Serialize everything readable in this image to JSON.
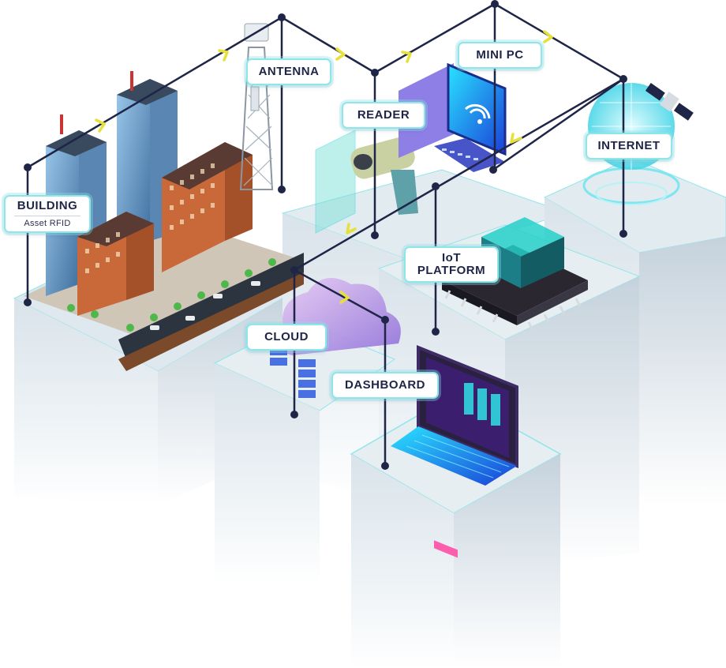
{
  "nodes": {
    "building": {
      "title": "BUILDING",
      "subtitle": "Asset RFID"
    },
    "antenna": {
      "title": "ANTENNA"
    },
    "reader": {
      "title": "READER"
    },
    "mini_pc": {
      "title": "MINI PC"
    },
    "internet": {
      "title": "INTERNET"
    },
    "iot_platform": {
      "title_line1": "IoT",
      "title_line2": "PLATFORM"
    },
    "cloud": {
      "title": "CLOUD"
    },
    "dashboard": {
      "title": "DASHBOARD"
    }
  },
  "colors": {
    "connector": "#1f2547",
    "arrow": "#e6e13a",
    "label_border": "#8fe6ea",
    "accent_cyan": "#2fd6e0",
    "brick": "#c0673a",
    "glass": "#6fa9d8",
    "pillar": "#e9eef2"
  },
  "icons": [
    "building-icon",
    "antenna-tower-icon",
    "rfid-reader-icon",
    "monitor-icon",
    "globe-satellite-icon",
    "chip-icon",
    "cloud-server-icon",
    "laptop-dashboard-icon"
  ]
}
